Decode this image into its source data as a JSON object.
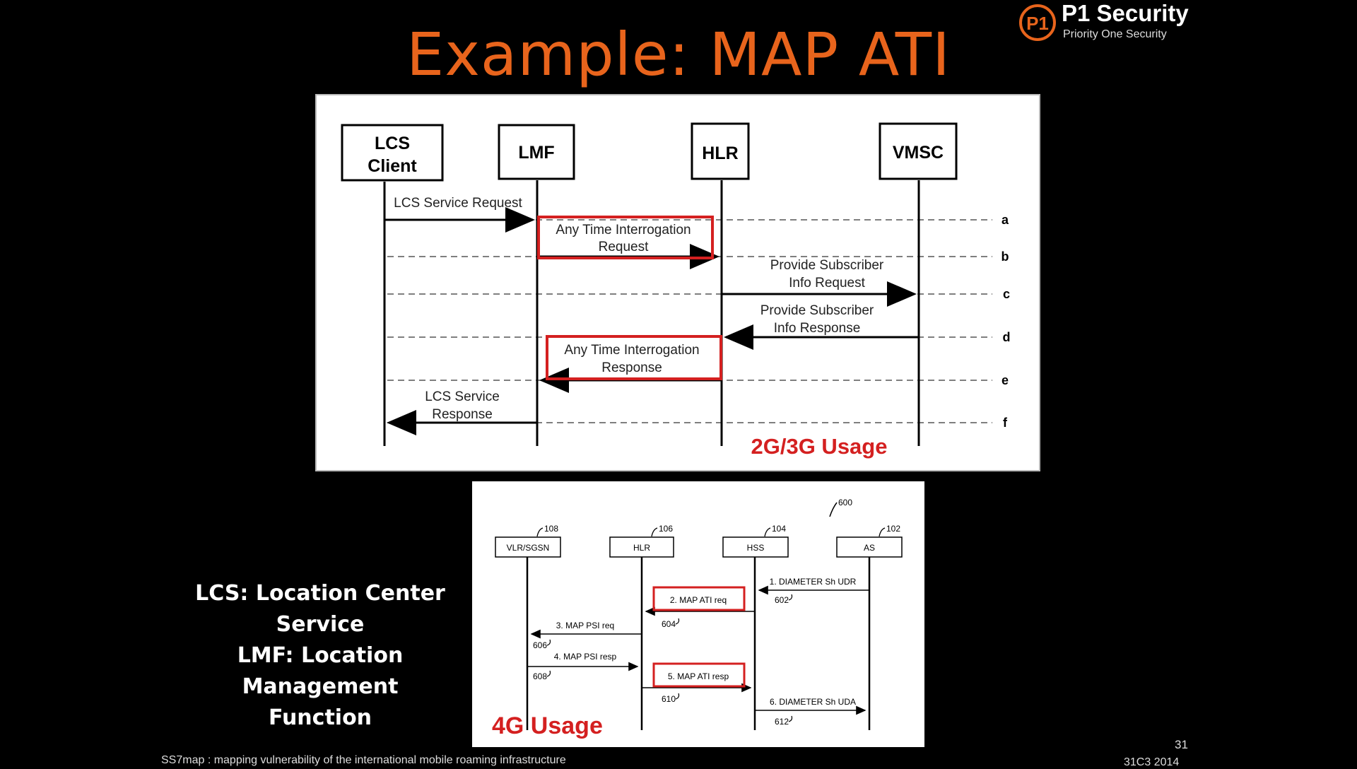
{
  "slide": {
    "title": "Example: MAP ATI",
    "logo": {
      "mark": "P1",
      "name": "P1 Security",
      "tagline": "Priority One Security"
    },
    "legend": [
      "LCS: Location Center Service",
      "LMF: Location Management",
      "Function"
    ],
    "footer_text": "SS7map : mapping vulnerability of the international mobile roaming infrastructure",
    "page_number": "31",
    "footer_date": "31C3 2014"
  },
  "diagram_2g": {
    "entities": [
      "LCS Client",
      "LMF",
      "HLR",
      "VMSC"
    ],
    "messages": [
      {
        "line1": "LCS Service Request",
        "line2": ""
      },
      {
        "line1": "Any Time Interrogation",
        "line2": "Request"
      },
      {
        "line1": "Provide Subscriber",
        "line2": "Info Request"
      },
      {
        "line1": "Provide Subscriber",
        "line2": "Info Response"
      },
      {
        "line1": "Any Time Interrogation",
        "line2": "Response"
      },
      {
        "line1": "LCS Service",
        "line2": "Response"
      }
    ],
    "row_labels": [
      "a",
      "b",
      "c",
      "d",
      "e",
      "f"
    ],
    "caption": "2G/3G Usage",
    "highlight_color": "#d42020"
  },
  "diagram_4g": {
    "figure_number": "600",
    "entities": [
      {
        "name": "VLR/SGSN",
        "ref": "108"
      },
      {
        "name": "HLR",
        "ref": "106"
      },
      {
        "name": "HSS",
        "ref": "104"
      },
      {
        "name": "AS",
        "ref": "102"
      }
    ],
    "messages": [
      {
        "label": "1. DIAMETER Sh UDR",
        "ref": "602"
      },
      {
        "label": "2. MAP ATI req",
        "ref": "604"
      },
      {
        "label": "3. MAP PSI req",
        "ref": "606"
      },
      {
        "label": "4. MAP PSI resp",
        "ref": "608"
      },
      {
        "label": "5. MAP ATI resp",
        "ref": "610"
      },
      {
        "label": "6. DIAMETER Sh UDA",
        "ref": "612"
      }
    ],
    "caption": "4G Usage",
    "highlight_color": "#d42020"
  }
}
